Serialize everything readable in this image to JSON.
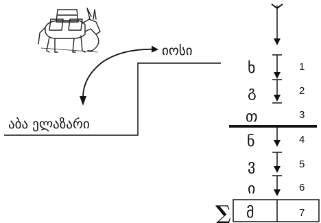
{
  "labels": {
    "top_right": "იოსი",
    "bottom_left": "აბა ელაზარი",
    "sum_symbol": "∑"
  },
  "generations": [
    {
      "letter": "ხ",
      "number": "1"
    },
    {
      "letter": "გ",
      "number": "2"
    },
    {
      "letter": "თ",
      "number": "3"
    },
    {
      "letter": "ნ",
      "number": "4"
    },
    {
      "letter": "ვ",
      "number": "5"
    },
    {
      "letter": "ი",
      "number": "6"
    },
    {
      "letter": "მ",
      "number": "7"
    }
  ]
}
